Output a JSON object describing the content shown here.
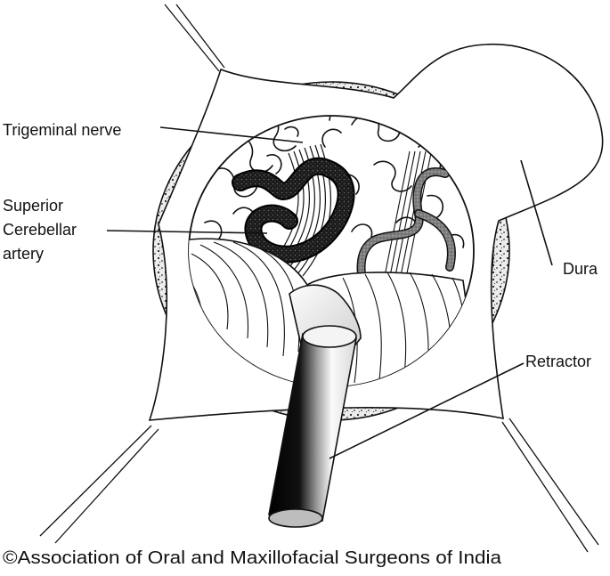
{
  "labels": {
    "trigeminal": "Trigeminal nerve",
    "sca_line1": "Superior",
    "sca_line2": "Cerebellar",
    "sca_line3": "artery",
    "dura": "Dura",
    "retractor": "Retractor"
  },
  "copyright": "©Association of Oral and Maxillofacial Surgeons of India",
  "colors": {
    "ink": "#111111",
    "bone": "#e9e9e9",
    "artery": "#2a2a2a",
    "vessel_gray": "#8a8a8a",
    "background": "#ffffff"
  }
}
